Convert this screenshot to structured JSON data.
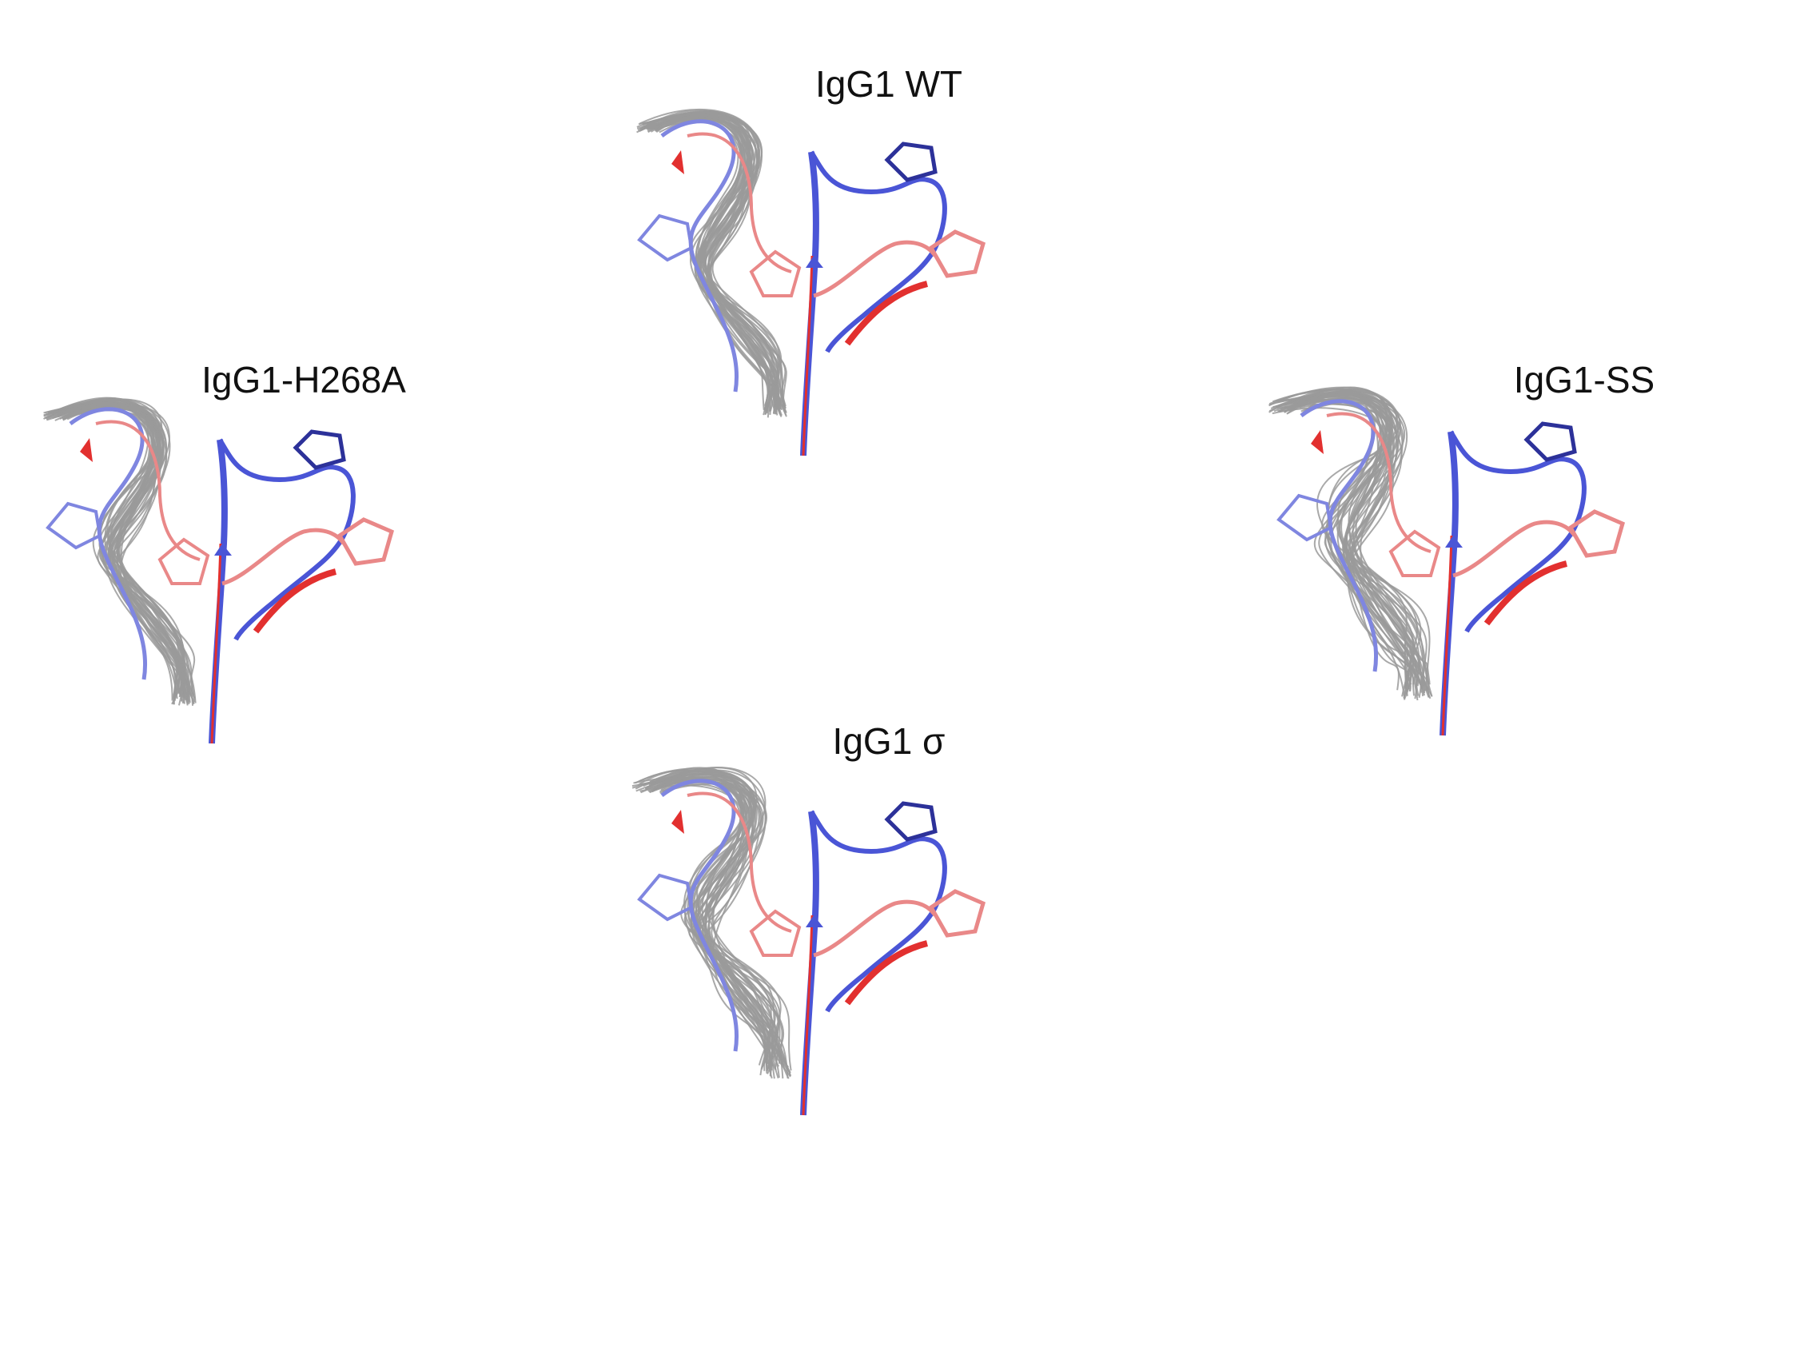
{
  "figure": {
    "panels": [
      {
        "id": "wt",
        "label": "IgG1 WT"
      },
      {
        "id": "h268a",
        "label": "IgG1-H268A"
      },
      {
        "id": "sigma",
        "label": "IgG1 σ"
      },
      {
        "id": "ss",
        "label": "IgG1-SS"
      }
    ],
    "colors": {
      "ensemble": "#9a9a9a",
      "blue_strand": "#4a55d6",
      "blue_light": "#7f86e0",
      "blue_dark": "#2c3199",
      "red_strand": "#e2302f",
      "pink_loop": "#e98888",
      "background": "#ffffff"
    }
  }
}
